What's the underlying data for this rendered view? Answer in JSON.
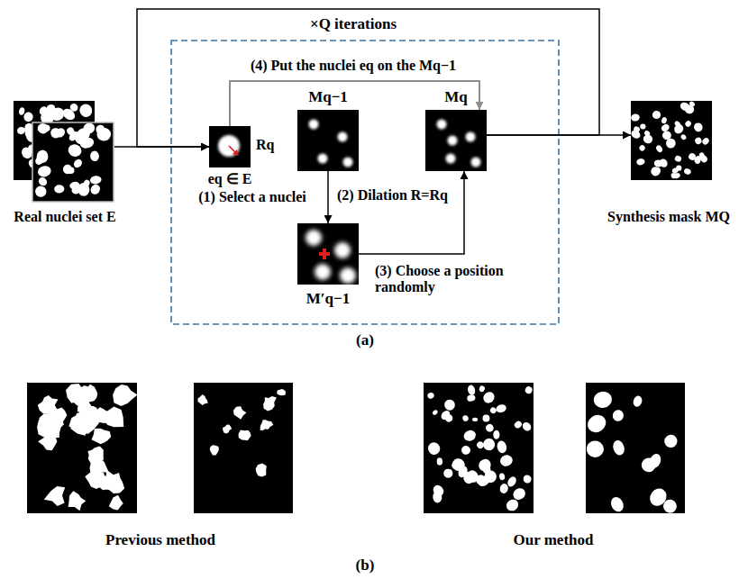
{
  "diagram": {
    "nodes": [
      {
        "text": [
          "Real nuclei set E"
        ]
      },
      {
        "text": [
          "eq ∈ E",
          "Rq",
          "(1) Select a nuclei"
        ]
      },
      {
        "text": [
          "Mq−1"
        ]
      },
      {
        "text": [
          "Mq"
        ]
      },
      {
        "text": [
          "M′q−1"
        ]
      },
      {
        "text": [
          "Synthesis mask MQ"
        ]
      }
    ],
    "edges": [
      {
        "from": 0,
        "to": 1,
        "arrow": "to"
      },
      {
        "from": 1,
        "to": 3,
        "label": "(4) Put the nuclei eq on the Mq−1",
        "arrow": "to"
      },
      {
        "from": 2,
        "to": 4,
        "label": "(2) Dilation R=Rq",
        "arrow": "to"
      },
      {
        "from": 4,
        "to": 3,
        "label": "(3) Choose a position randomly",
        "arrow": "to"
      },
      {
        "from": 3,
        "to": 5,
        "arrow": "to"
      },
      {
        "from": 3,
        "to": 1,
        "label": "×Q iterations",
        "arrow": "to"
      }
    ],
    "labels": [
      "(a)",
      "Previous method",
      "Our method",
      "(b)"
    ]
  }
}
